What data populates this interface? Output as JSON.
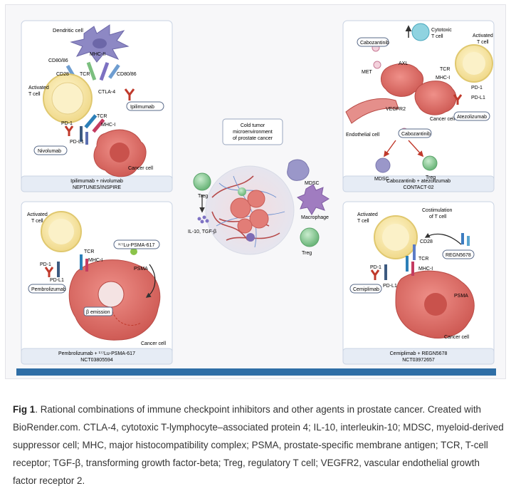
{
  "figure": {
    "center": {
      "title": [
        "Cold tumor",
        "microenvironment",
        "of prostate cancer"
      ],
      "treg_left": "Treg",
      "cytokines": "IL-10, TGF-β",
      "mdsc": "MDSC",
      "macrophage": "Macrophage",
      "treg_right": "Treg"
    },
    "panel1": {
      "dendritic": "Dendritic cell",
      "cd80_left": "CD80/86",
      "mhc2": "MHC-II",
      "cd28": "CD28",
      "tcr1": "TCR",
      "cd80_right": "CD80/86",
      "activated": [
        "Activated",
        "T cell"
      ],
      "ctla4": "CTLA-4",
      "ipilimumab": "Ipilimumab",
      "tcr2": "TCR",
      "mhc1": "MHC-I",
      "pd1": "PD-1",
      "pdl1": "PD-L1",
      "nivolumab": "Nivolumab",
      "cancer": "Cancer cell",
      "footer": [
        "Ipilimumab + nivolumab",
        "NEPTUNES/INSPIRE"
      ]
    },
    "panel2": {
      "cabozantinib_top": "Cabozantinib",
      "cytotoxic": [
        "Cytotoxic",
        "T cell"
      ],
      "activated": [
        "Activated",
        "T cell"
      ],
      "axl": "AXL",
      "met": "MET",
      "tcr": "TCR",
      "mhc1": "MHC-I",
      "pd1": "PD-1",
      "pdl1": "PD-L1",
      "cancer": "Cancer cell",
      "vegfr2": "VEGFR2",
      "atezolizumab": "Atezolizumab",
      "cabozantinib_mid": "Cabozantinib",
      "endothelial": "Endothelial cell",
      "mdsc": "MDSC",
      "treg": "Treg",
      "footer": [
        "Cabozantinib + atezolizumab",
        "CONTACT-02"
      ]
    },
    "panel3": {
      "activated": [
        "Activated",
        "T cell"
      ],
      "tcr": "TCR",
      "mhc1": "MHC-I",
      "lupsma": "¹⁷⁷Lu-PSMA-617",
      "psma": "PSMA",
      "pd1": "PD-1",
      "pdl1": "PD-L1",
      "pembrolizumab": "Pembrolizumab",
      "beta": "β emission",
      "cancer": "Cancer cell",
      "footer": [
        "Pembrolizumab + ¹⁷⁷Lu-PSMA-617",
        "NCT03805594"
      ]
    },
    "panel4": {
      "activated": [
        "Activated",
        "T cell"
      ],
      "costim": [
        "Costimulation",
        "of T cell"
      ],
      "cd28": "CD28",
      "tcr": "TCR",
      "mhc1": "MHC-I",
      "regn": "REGN5678",
      "pd1": "PD-1",
      "pdl1": "PD-L1",
      "cemiplimab": "Cemiplimab",
      "psma": "PSMA",
      "cancer": "Cancer cell",
      "footer": [
        "Cemiplimab + REGN5678",
        "NCT03972657"
      ]
    }
  },
  "caption": {
    "label": "Fig 1",
    "title": ". Rational combinations of immune checkpoint inhibitors and other agents in prostate cancer.",
    "body": "Created with BioRender.com. CTLA-4, cytotoxic T-lymphocyte–associated protein 4; IL-10, interleukin-10; MDSC, myeloid-derived suppressor cell; MHC, major histocompatibility complex; PSMA, prostate-specific membrane antigen; TCR, T-cell receptor; TGF-β, transforming growth factor-beta; Treg, regulatory T cell; VEGFR2, vascular endothelial growth factor receptor 2."
  },
  "colors": {
    "bar": "#2f6ea6",
    "tcell": "#f6e6a8",
    "cancer": "#d96a64",
    "treg": "#8fcf9a",
    "mdsc": "#9a97c9",
    "macrophage": "#a07cc0",
    "dendritic": "#8d88c4",
    "footer": "#e6ecf5"
  }
}
